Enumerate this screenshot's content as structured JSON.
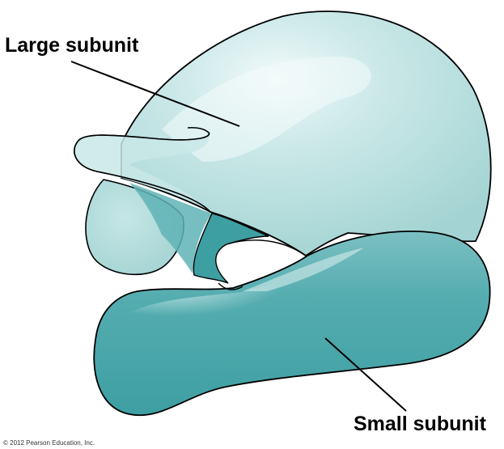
{
  "labels": {
    "large_subunit": "Large subunit",
    "small_subunit": "Small subunit"
  },
  "copyright": "© 2012 Pearson Education, Inc.",
  "colors": {
    "large_subunit_fill": "#A8D7D6",
    "large_subunit_highlight": "#E8F6F6",
    "small_subunit_fill": "#4FA9AC",
    "small_subunit_highlight": "#C9E6E6",
    "small_subunit_shadow": "#2E9397",
    "outline": "#000000"
  }
}
